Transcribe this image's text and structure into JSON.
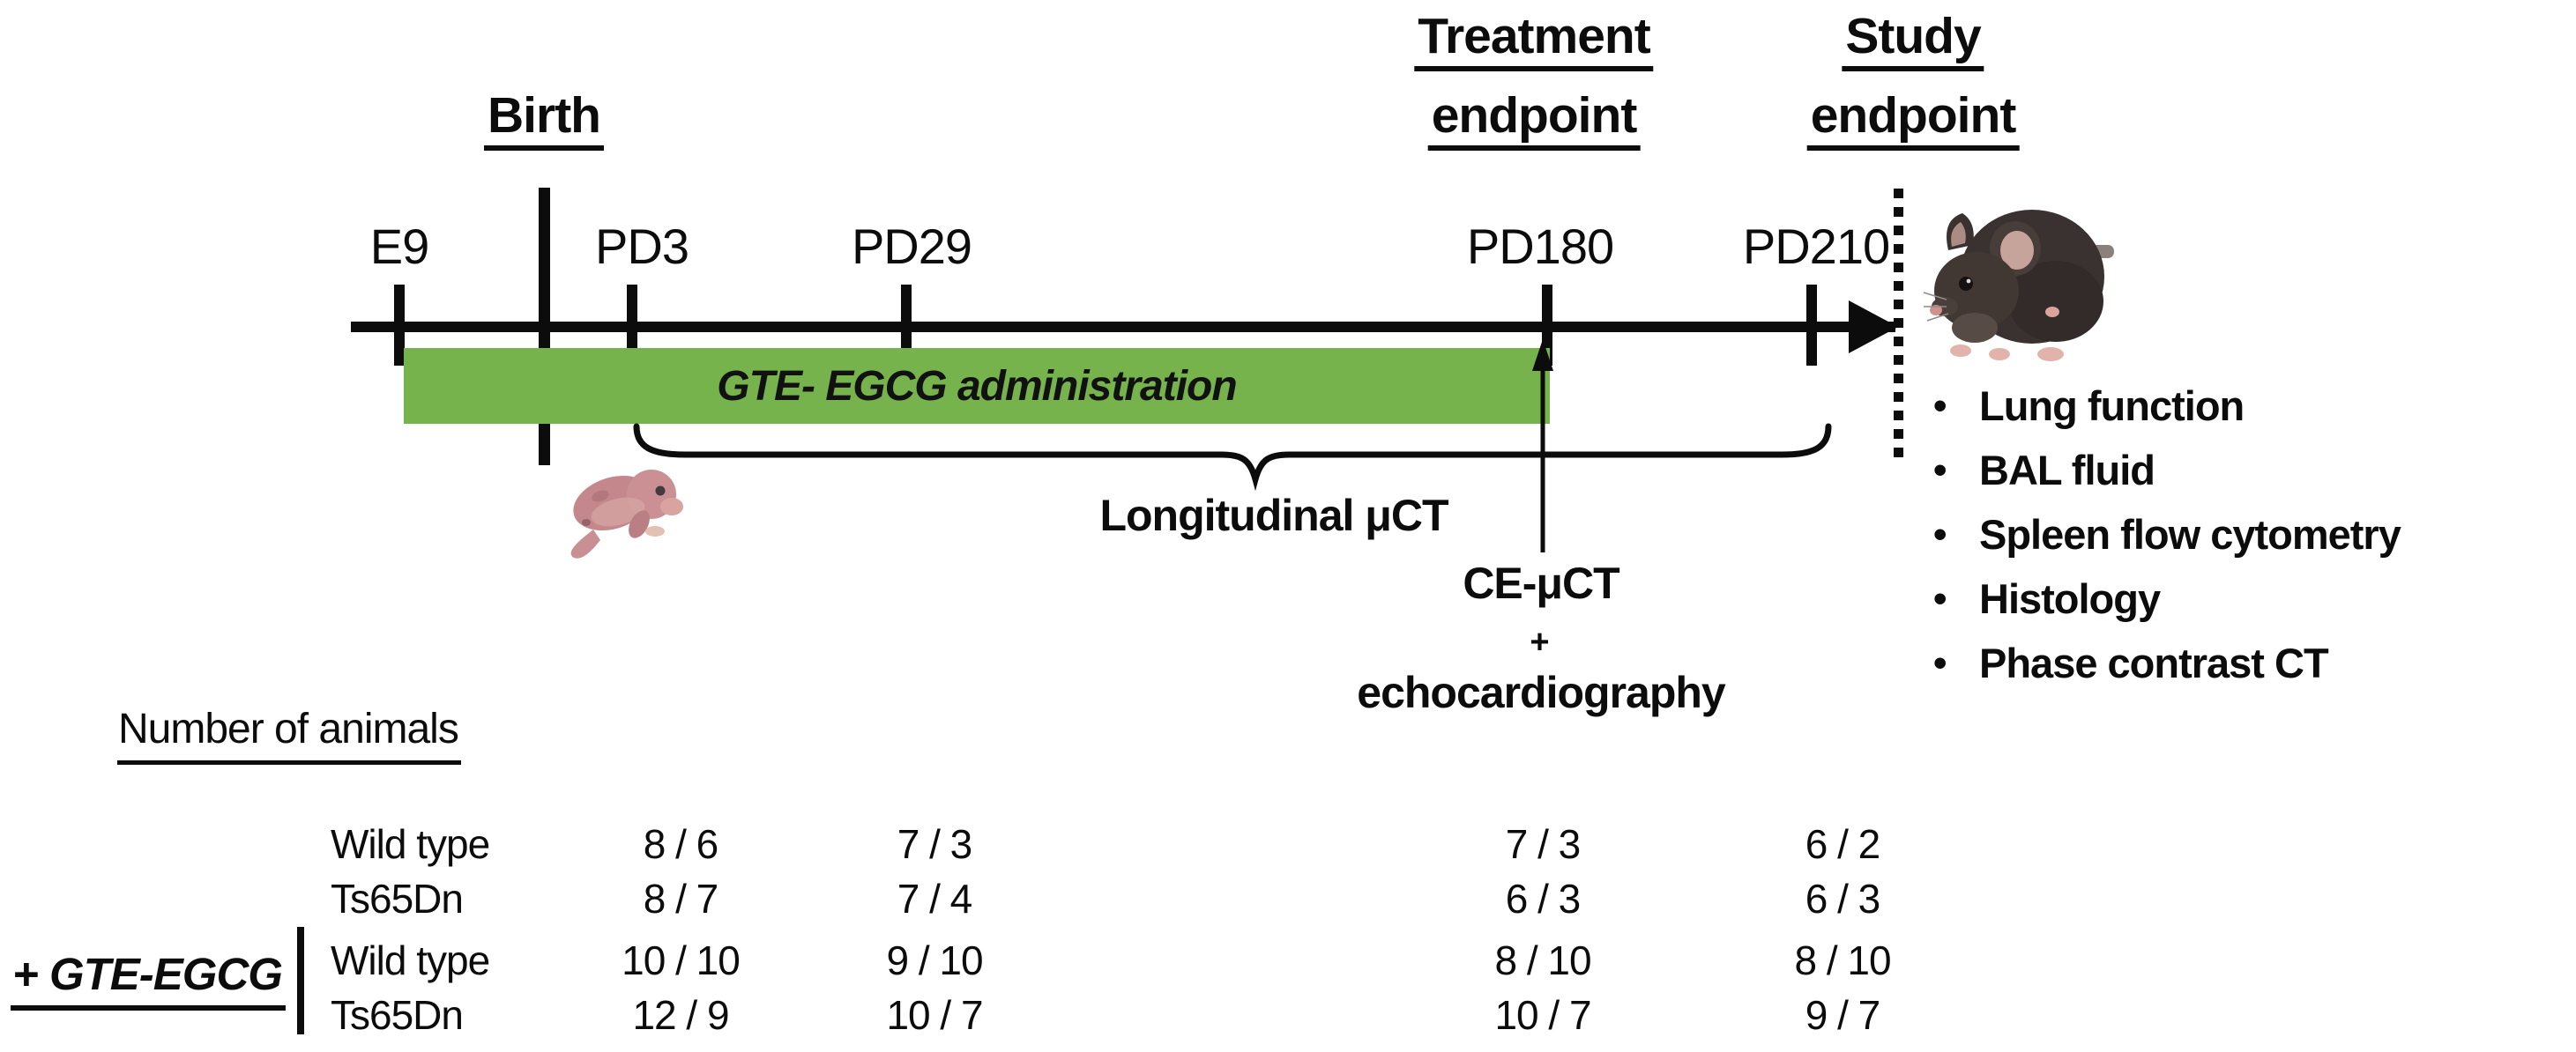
{
  "figure": {
    "birth_label": "Birth",
    "treatment_endpoint": [
      "Treatment",
      "endpoint"
    ],
    "study_endpoint": [
      "Study",
      "endpoint"
    ],
    "timepoints": [
      "E9",
      "PD3",
      "PD29",
      "PD180",
      "PD210"
    ],
    "green_bar_label": "GTE- EGCG administration",
    "green_color": "#77b34c",
    "longitudinal_label": "Longitudinal μCT",
    "ce_uct_label": "CE-μCT",
    "plus_sign": "+",
    "echocardiography_label": "echocardiography",
    "bullet": "•",
    "assays": [
      "Lung function",
      "BAL fluid",
      "Spleen flow cytometry",
      "Histology",
      "Phase contrast CT"
    ]
  },
  "animals_table": {
    "title": "Number of animals",
    "group_label": "+ GTE-EGCG",
    "rows": [
      {
        "label": "Wild type",
        "values": [
          "8 / 6",
          "7 / 3",
          "7 / 3",
          "6 / 2"
        ]
      },
      {
        "label": "Ts65Dn",
        "values": [
          "8 / 7",
          "7 / 4",
          "6 / 3",
          "6 / 3"
        ]
      },
      {
        "label": "Wild type",
        "values": [
          "10 / 10",
          "9 / 10",
          "8 / 10",
          "8 / 10"
        ]
      },
      {
        "label": "Ts65Dn",
        "values": [
          "12 / 9",
          "10 / 7",
          "10 / 7",
          "9 / 7"
        ]
      }
    ]
  }
}
